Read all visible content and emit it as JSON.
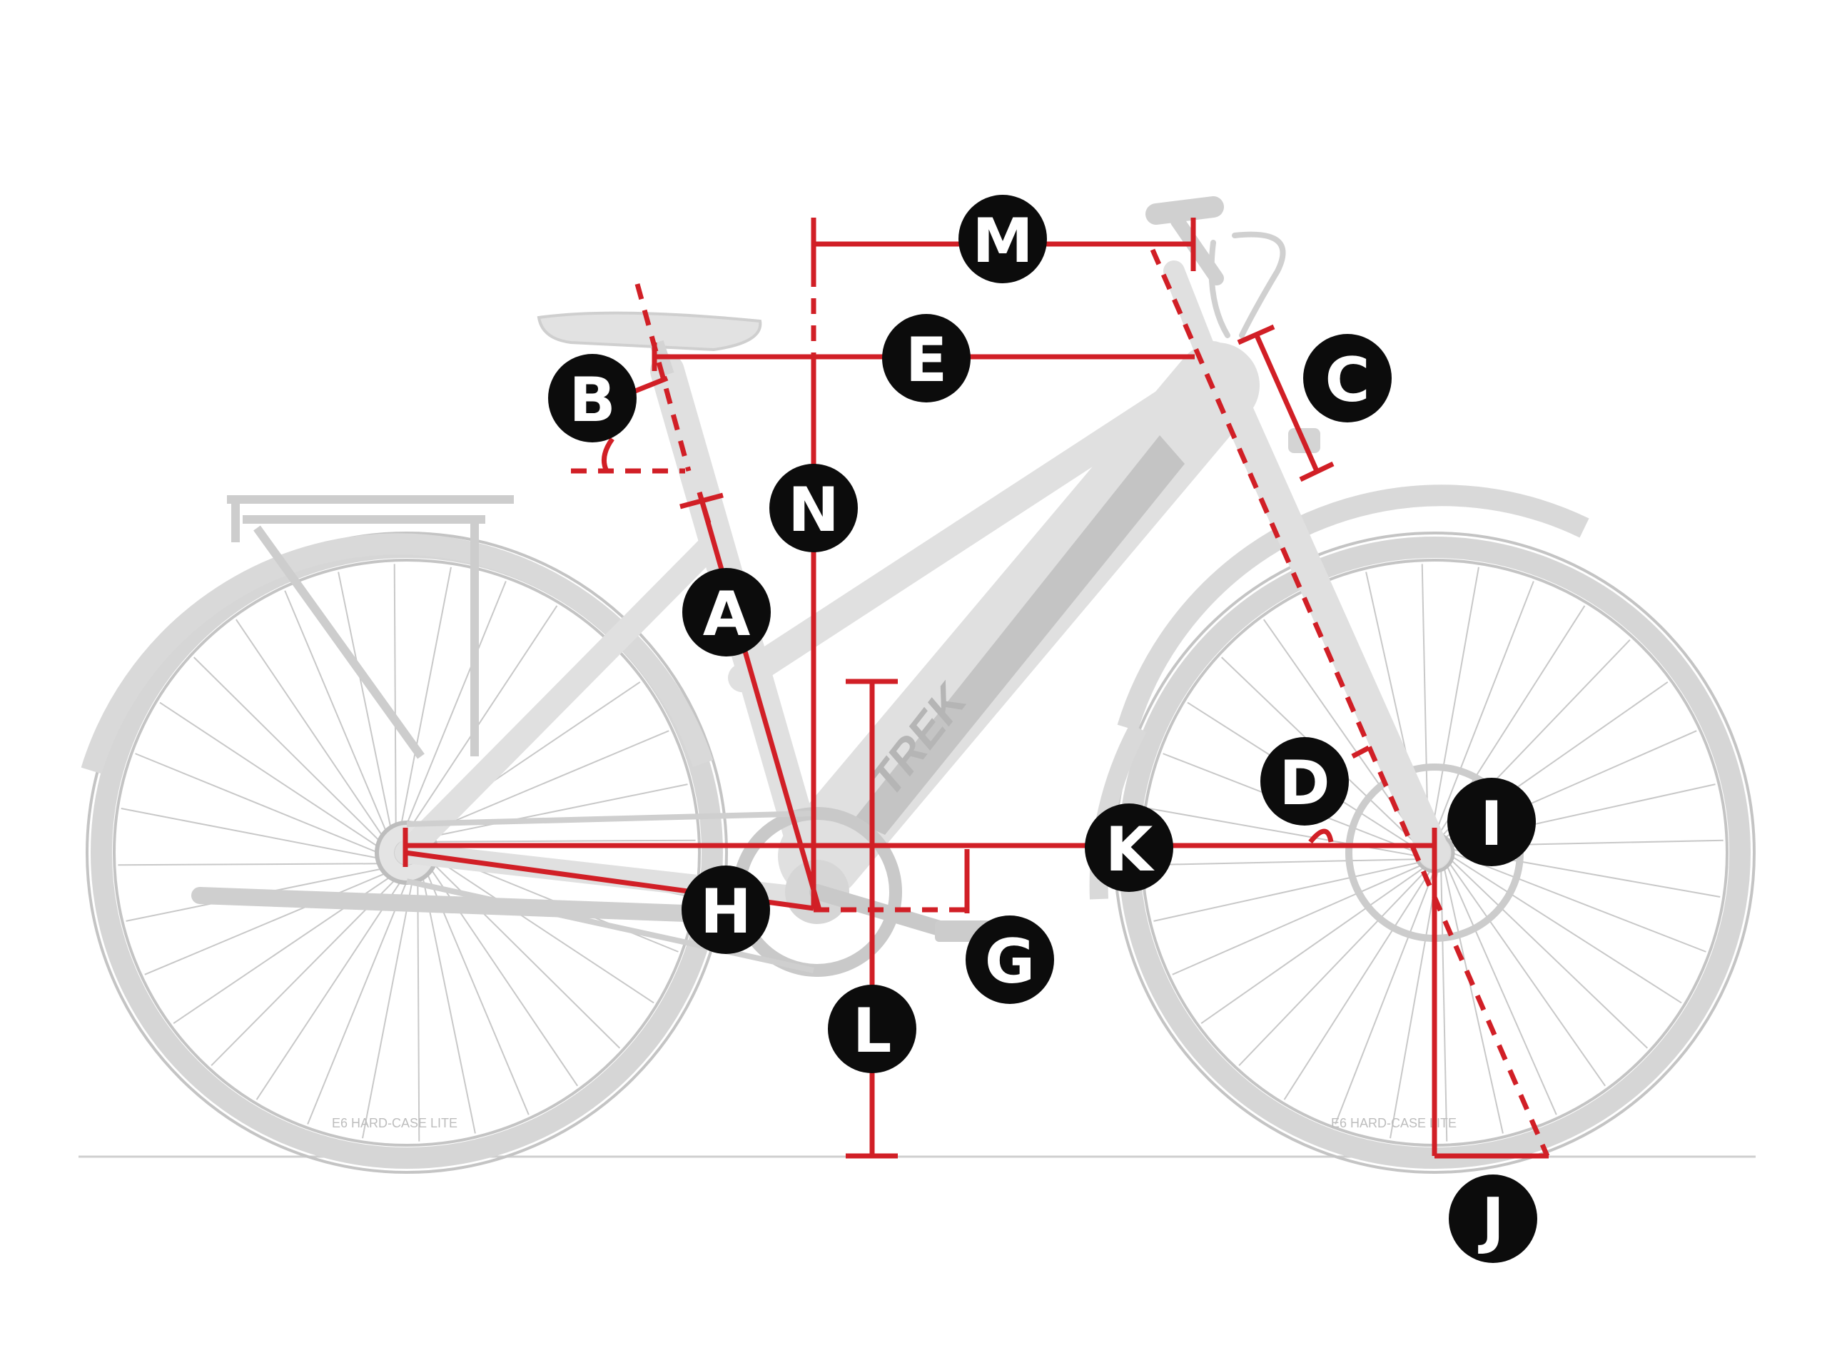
{
  "diagram": {
    "brand_text": "TREK",
    "tire_text": "E6 HARD-CASE LITE",
    "labels": {
      "a": "A",
      "b": "B",
      "c": "C",
      "d": "D",
      "e": "E",
      "g": "G",
      "h": "H",
      "i": "I",
      "j": "J",
      "k": "K",
      "l": "L",
      "m": "M",
      "n": "N"
    },
    "colors": {
      "dimension_line": "#d11f26",
      "badge_fill": "#0c0c0c",
      "badge_text": "#ffffff",
      "bike_silhouette": "#d6d6d6",
      "ground_line": "#c8c8c8"
    }
  }
}
